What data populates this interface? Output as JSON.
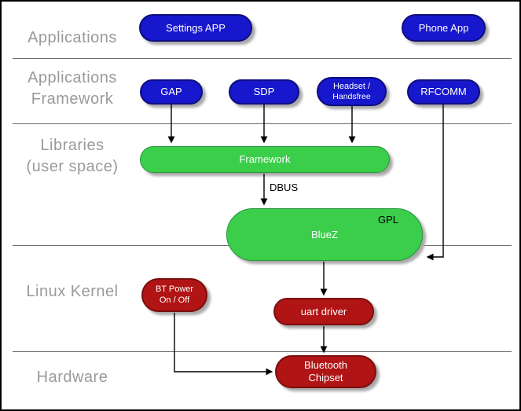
{
  "layers": {
    "applications": "Applications",
    "app_framework_line1": "Applications",
    "app_framework_line2": "Framework",
    "libraries_line1": "Libraries",
    "libraries_line2": "(user space)",
    "linux_kernel": "Linux Kernel",
    "hardware": "Hardware"
  },
  "nodes": {
    "settings_app": "Settings APP",
    "phone_app": "Phone App",
    "gap": "GAP",
    "sdp": "SDP",
    "headset_line1": "Headset /",
    "headset_line2": "Handsfree",
    "rfcomm": "RFCOMM",
    "framework": "Framework",
    "bluez": "BlueZ",
    "gpl_label": "GPL",
    "bt_power_line1": "BT Power",
    "bt_power_line2": "On / Off",
    "uart_driver": "uart driver",
    "chipset_line1": "Bluetooth",
    "chipset_line2": "Chipset"
  },
  "edges": {
    "dbus_label": "DBUS"
  },
  "colors": {
    "application_node": "#1717cd",
    "userspace_node": "#3bce4b",
    "kernel_node": "#b01414",
    "layer_label_text": "#9a9a9a"
  }
}
